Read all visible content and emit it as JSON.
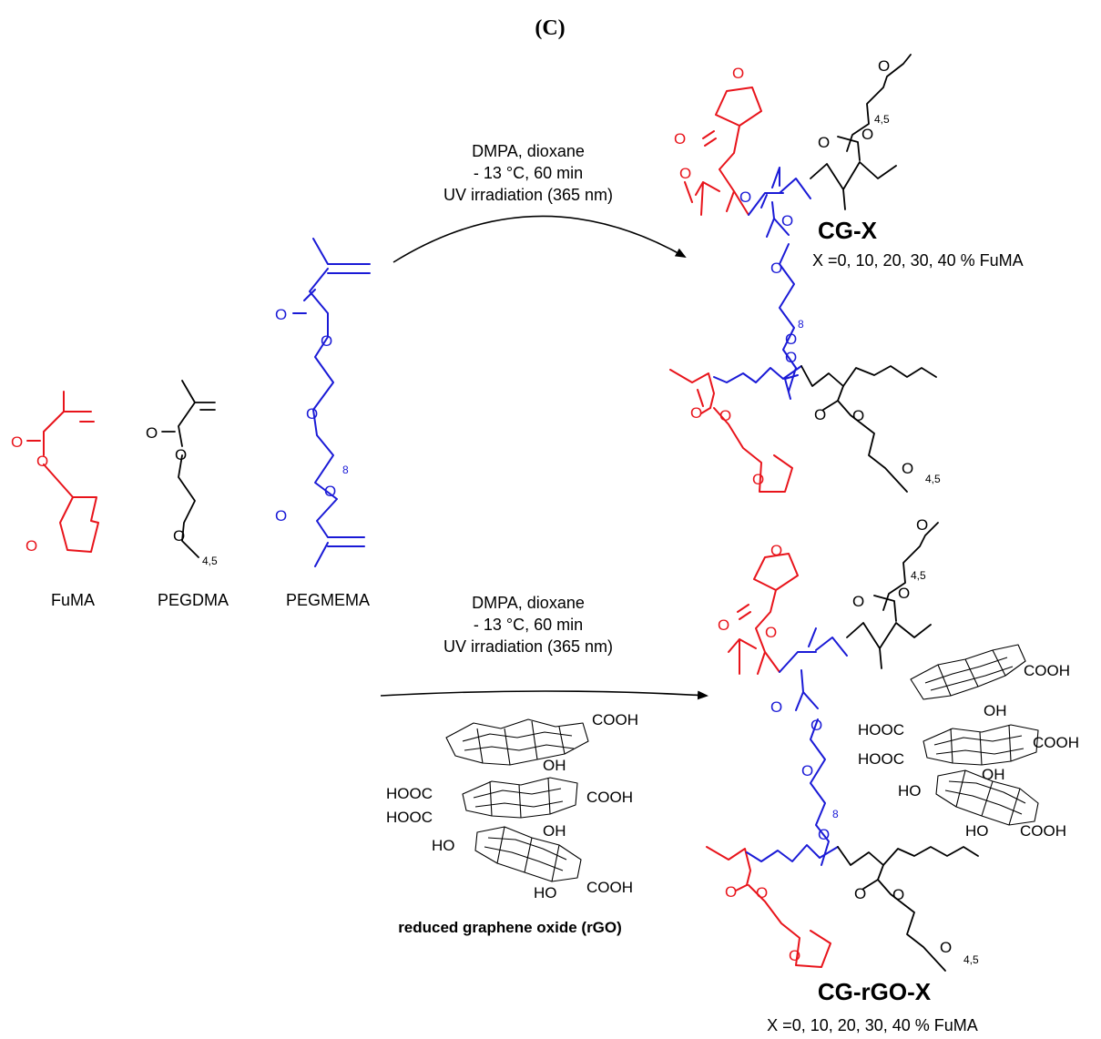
{
  "panel_label": "(C)",
  "monomers": {
    "fuma": "FuMA",
    "pegdma": "PEGDMA",
    "pegmema": "PEGMEMA"
  },
  "reaction_top": {
    "line1": "DMPA, dioxane",
    "line2": "- 13 °C, 60 min",
    "line3": "UV irradiation (365 nm)"
  },
  "reaction_bottom": {
    "line1": "DMPA, dioxane",
    "line2": "- 13 °C, 60 min",
    "line3": "UV irradiation (365 nm)"
  },
  "products": {
    "cgx_name": "CG-X",
    "cgx_note": "X  =0, 10, 20, 30, 40 % FuMA",
    "cgrgo_name": "CG-rGO-X",
    "cgrgo_note": "X  =0, 10, 20, 30, 40 % FuMA"
  },
  "rgo_label": "reduced graphene oxide (rGO)",
  "atoms": {
    "O": "O",
    "n8": "8",
    "n45": "4,5",
    "COOH": "COOH",
    "HOOC": "HOOC",
    "OH": "OH",
    "HO": "HO"
  },
  "colors": {
    "fuma": "#e8141b",
    "pegmema": "#1a1ad6",
    "pegdma": "#000000"
  }
}
